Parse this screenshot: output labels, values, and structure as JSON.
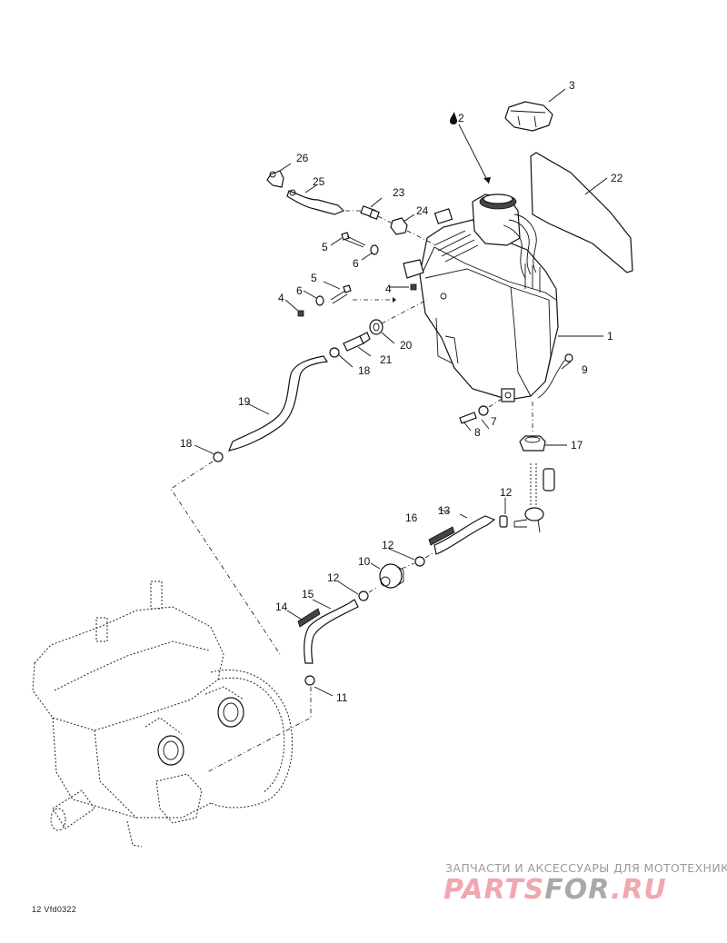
{
  "diagram": {
    "title": "Oil tank and oil injection lines – exploded parts view",
    "reference_code": "12 Vfd0322",
    "callouts": [
      {
        "id": "c1",
        "label": "1",
        "part": "oil-tank"
      },
      {
        "id": "c2",
        "label": "2",
        "part": "tank-neck-thread-sealant",
        "icon": "drop-icon"
      },
      {
        "id": "c3",
        "label": "3",
        "part": "tank-cap"
      },
      {
        "id": "c4a",
        "label": "4",
        "part": "nut"
      },
      {
        "id": "c4b",
        "label": "4",
        "part": "nut"
      },
      {
        "id": "c5a",
        "label": "5",
        "part": "bolt"
      },
      {
        "id": "c5b",
        "label": "5",
        "part": "bolt"
      },
      {
        "id": "c6a",
        "label": "6",
        "part": "washer"
      },
      {
        "id": "c6b",
        "label": "6",
        "part": "washer"
      },
      {
        "id": "c7",
        "label": "7",
        "part": "washer"
      },
      {
        "id": "c8",
        "label": "8",
        "part": "bolt"
      },
      {
        "id": "c9",
        "label": "9",
        "part": "grommet"
      },
      {
        "id": "c10",
        "label": "10",
        "part": "oil-filter"
      },
      {
        "id": "c11",
        "label": "11",
        "part": "clamp"
      },
      {
        "id": "c12a",
        "label": "12",
        "part": "clamp"
      },
      {
        "id": "c12b",
        "label": "12",
        "part": "clamp"
      },
      {
        "id": "c12c",
        "label": "12",
        "part": "clamp"
      },
      {
        "id": "c13",
        "label": "13",
        "part": "oil-hose"
      },
      {
        "id": "c14",
        "label": "14",
        "part": "protective-spring"
      },
      {
        "id": "c15",
        "label": "15",
        "part": "oil-hose"
      },
      {
        "id": "c16",
        "label": "16",
        "part": "protective-spring"
      },
      {
        "id": "c17",
        "label": "17",
        "part": "grommet"
      },
      {
        "id": "c18a",
        "label": "18",
        "part": "clamp"
      },
      {
        "id": "c18b",
        "label": "18",
        "part": "clamp"
      },
      {
        "id": "c19",
        "label": "19",
        "part": "vent-hose"
      },
      {
        "id": "c20",
        "label": "20",
        "part": "grommet"
      },
      {
        "id": "c21",
        "label": "21",
        "part": "check-valve"
      },
      {
        "id": "c22",
        "label": "22",
        "part": "decal"
      },
      {
        "id": "c23",
        "label": "23",
        "part": "connector"
      },
      {
        "id": "c24",
        "label": "24",
        "part": "grommet"
      },
      {
        "id": "c25",
        "label": "25",
        "part": "vent-hose"
      },
      {
        "id": "c26",
        "label": "26",
        "part": "vent-cap"
      }
    ]
  },
  "watermark": {
    "subtitle": "ЗАПЧАСТИ И АКСЕССУАРЫ ДЛЯ МОТОТЕХНИКИ",
    "brand_part1": "PARTS",
    "brand_part2": "FOR",
    "brand_part3": ".RU",
    "colors": {
      "pink": "#f1a7ae",
      "gray": "#a9a9a9"
    }
  }
}
